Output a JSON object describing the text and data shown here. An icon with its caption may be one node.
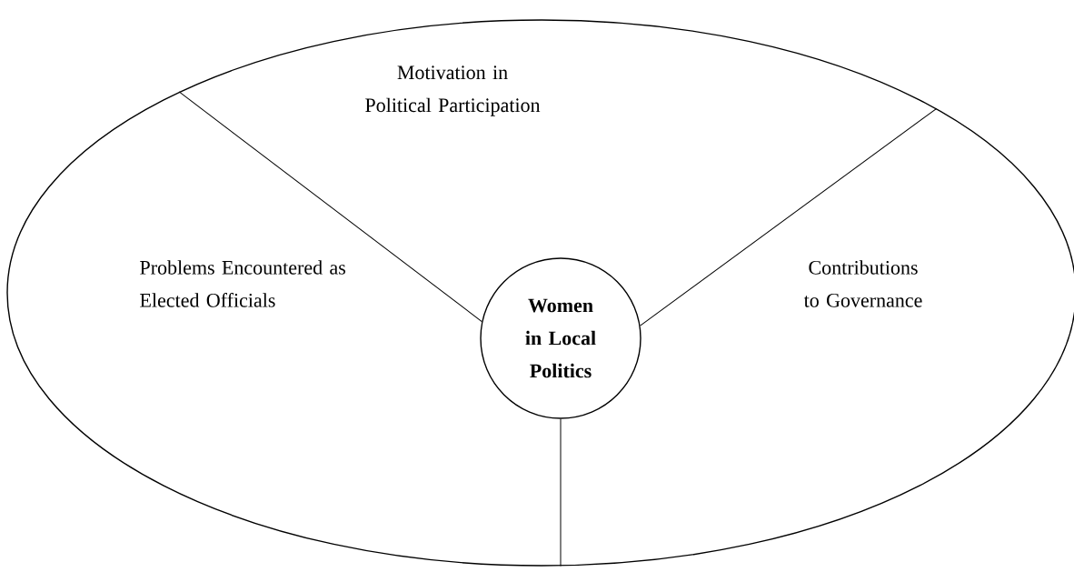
{
  "diagram": {
    "nodes": [
      {
        "text": [],
        "shape": "ellipse"
      },
      {
        "text": [
          "Women in Local Politics"
        ],
        "in": 0
      }
    ],
    "edges": [
      {
        "from": 1,
        "to": 0,
        "arrow": "none"
      },
      {
        "from": 1,
        "to": 0,
        "arrow": "none"
      },
      {
        "from": 1,
        "to": 0,
        "arrow": "none"
      }
    ],
    "labels": [
      "Motivation in Political Participation",
      "Problems Encountered as Elected Officials",
      "Contributions to Governance"
    ]
  }
}
